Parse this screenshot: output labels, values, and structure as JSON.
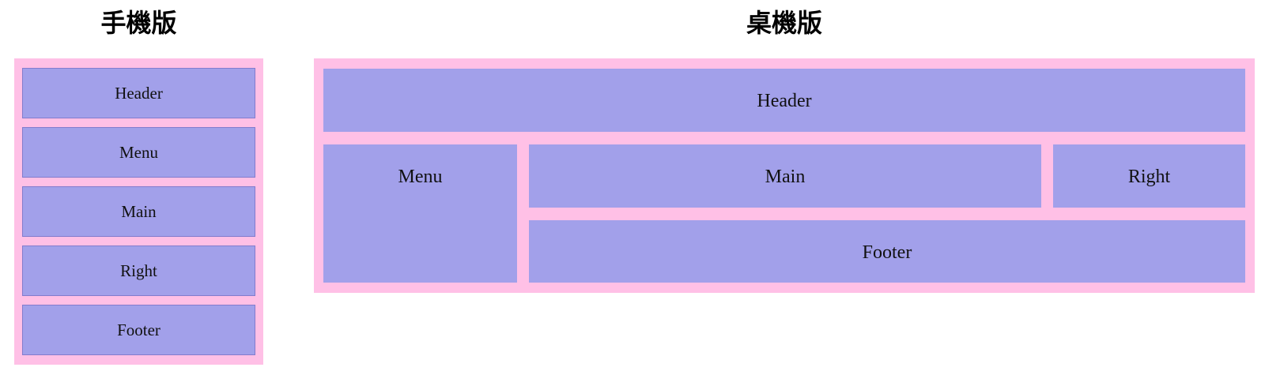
{
  "colors": {
    "container_bg": "#ffc0e6",
    "box_bg": "#a2a0ea",
    "text": "#111111"
  },
  "mobile": {
    "title": "手機版",
    "boxes": [
      {
        "label": "Header"
      },
      {
        "label": "Menu"
      },
      {
        "label": "Main"
      },
      {
        "label": "Right"
      },
      {
        "label": "Footer"
      }
    ]
  },
  "desktop": {
    "title": "桌機版",
    "boxes": {
      "header": "Header",
      "menu": "Menu",
      "main": "Main",
      "right": "Right",
      "footer": "Footer"
    }
  }
}
